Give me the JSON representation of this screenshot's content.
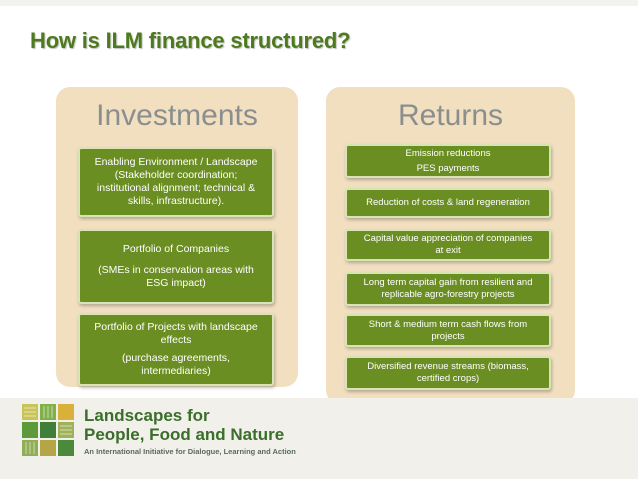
{
  "slide": {
    "title": "How is ILM finance structured?"
  },
  "investments": {
    "heading": "Investments",
    "boxes": [
      {
        "lines": [
          "Enabling Environment / Landscape",
          "(Stakeholder coordination;",
          "institutional alignment; technical &",
          "skills, infrastructure)."
        ]
      },
      {
        "title": "Portfolio of  Companies",
        "lines": [
          "(SMEs in conservation  areas with",
          "ESG impact)"
        ]
      },
      {
        "title_lines": [
          "Portfolio of Projects with landscape",
          "effects"
        ],
        "lines": [
          "(purchase agreements,",
          "intermediaries)"
        ]
      }
    ]
  },
  "returns": {
    "heading": "Returns",
    "boxes": [
      {
        "lines": [
          "Emission reductions",
          "PES payments"
        ]
      },
      {
        "lines": [
          "Reduction of costs & land regeneration"
        ]
      },
      {
        "lines": [
          "Capital value appreciation of companies",
          "at exit"
        ]
      },
      {
        "lines": [
          "Long term capital gain from resilient and",
          "replicable agro-forestry projects"
        ]
      },
      {
        "lines": [
          "Short & medium term cash flows from",
          "projects"
        ]
      },
      {
        "lines": [
          "Diversified revenue streams (biomass,",
          "certified crops)"
        ]
      }
    ]
  },
  "footer": {
    "brand_line1": "Landscapes for",
    "brand_line2": "People, Food and Nature",
    "tagline": "An International Initiative for Dialogue, Learning and Action"
  },
  "colors": {
    "title": "#4e7a1e",
    "box_green": "#6b8e23",
    "panel_bg": "#f2dfc0",
    "heading_gray": "#8a8f8e",
    "brand_green": "#3a6e2a"
  }
}
